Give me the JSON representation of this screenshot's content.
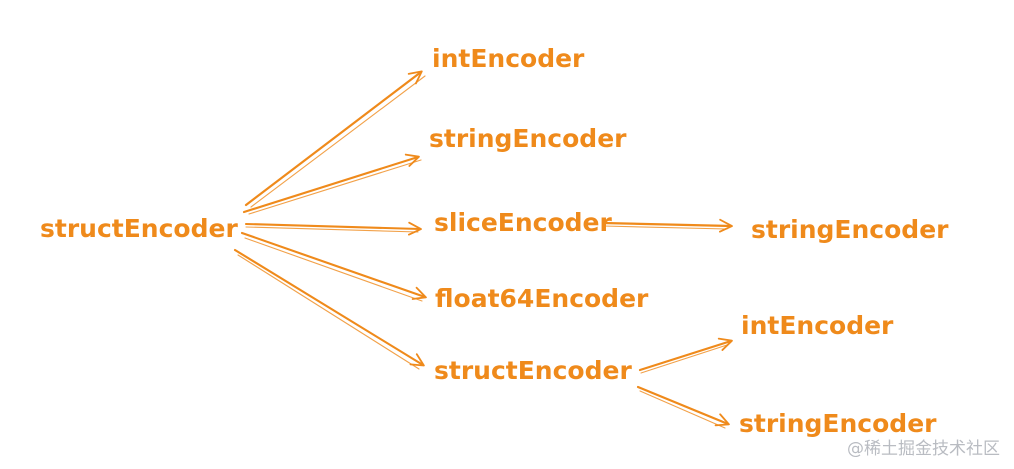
{
  "colors": {
    "stroke": "#ef8a1b",
    "text": "#ef8a1b",
    "watermark": "#b9bcc2"
  },
  "nodes": {
    "root": "structEncoder",
    "int_encoder": "intEncoder",
    "string_encoder": "stringEncoder",
    "slice_encoder": "sliceEncoder",
    "float64_encoder": "float64Encoder",
    "struct_encoder": "structEncoder",
    "slice_string_encoder": "stringEncoder",
    "struct_int_encoder": "intEncoder",
    "struct_string_encoder": "stringEncoder"
  },
  "watermark": "@稀土掘金技术社区"
}
